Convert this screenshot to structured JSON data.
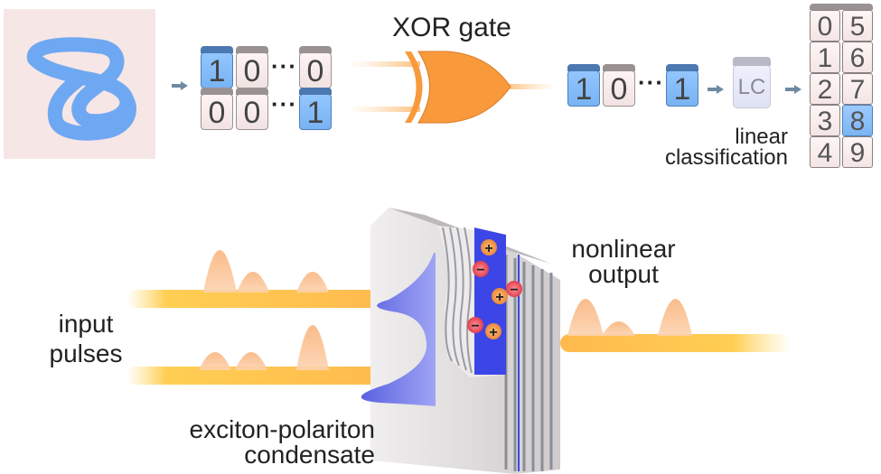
{
  "top": {
    "input_image": {
      "description": "handwritten digit",
      "digit": "8"
    },
    "encoded_rows": [
      {
        "cells": [
          "1",
          "0",
          "0"
        ],
        "active": [
          true,
          false,
          false
        ],
        "ellipsis": "···"
      },
      {
        "cells": [
          "0",
          "0",
          "1"
        ],
        "active": [
          false,
          false,
          true
        ],
        "ellipsis": "···"
      }
    ],
    "gate_label": "XOR gate",
    "output_row": {
      "cells": [
        "1",
        "0",
        "1"
      ],
      "active": [
        true,
        false,
        true
      ],
      "ellipsis": "···"
    },
    "lc_box": "LC",
    "lc_label_line1": "linear",
    "lc_label_line2": "classification",
    "class_grid": {
      "left": [
        "0",
        "1",
        "2",
        "3",
        "4"
      ],
      "right": [
        "5",
        "6",
        "7",
        "8",
        "9"
      ],
      "selected": "8"
    }
  },
  "bottom": {
    "input_label_line1": "input",
    "input_label_line2": "pulses",
    "condensate_label_line1": "exciton-polariton",
    "condensate_label_line2": "condensate",
    "output_label_line1": "nonlinear",
    "output_label_line2": "output",
    "particles": [
      "+",
      "−",
      "+",
      "−",
      "−",
      "+"
    ]
  },
  "colors": {
    "active_bit": "#7fb8f7",
    "inactive_bit": "#fcecec",
    "gate": "#f89a3c",
    "beam": "#ffc940",
    "pulse": "#f9b47c",
    "condensate": "#6a72e8",
    "cavity_blue": "#3c46e6",
    "particle_plus": "#f3a24a",
    "particle_minus": "#ef5a66"
  }
}
